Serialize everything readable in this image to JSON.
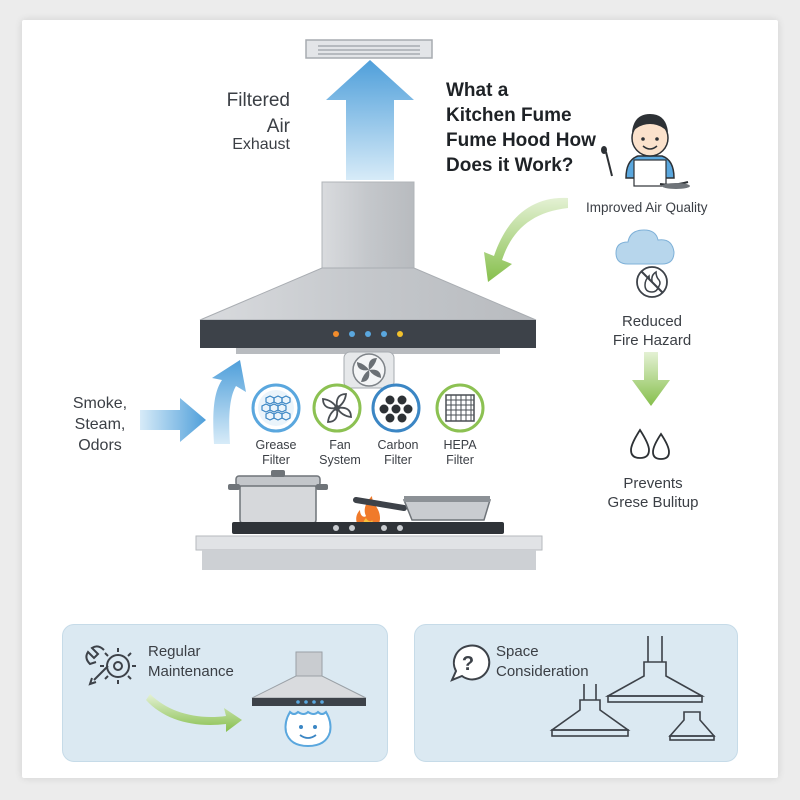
{
  "title": {
    "line1": "What a",
    "line2": "Kitchen Fume",
    "line3": "Fume Hood How",
    "line4": "Does it Work?"
  },
  "exhaust": {
    "line1": "Filtered",
    "line2": "Air",
    "line3": "Exhaust"
  },
  "intake": {
    "line1": "Smoke,",
    "line2": "Steam,",
    "line3": "Odors"
  },
  "filters": [
    {
      "line1": "Grease",
      "line2": "Filter"
    },
    {
      "line1": "Fan",
      "line2": "System"
    },
    {
      "line1": "Carbon",
      "line2": "Filter"
    },
    {
      "line1": "HEPA",
      "line2": "Filter"
    }
  ],
  "benefits": {
    "air_quality": "Improved Air Quality",
    "fire": {
      "line1": "Reduced",
      "line2": "Fire Hazard"
    },
    "grease": {
      "line1": "Prevents",
      "line2": "Grese Bulitup"
    }
  },
  "panels": {
    "maintenance": {
      "line1": "Regular",
      "line2": "Maintenance"
    },
    "space": {
      "line1": "Space",
      "line2": "Consideration"
    }
  },
  "colors": {
    "blue_arrow": "#5aa7de",
    "green_arrow": "#8cc152",
    "hood_steel": "#c9ccd0",
    "hood_band": "#3d4249",
    "panel_bg": "#dbe9f2"
  },
  "icons": [
    "chef-icon",
    "cloud-no-fire-icon",
    "water-drops-icon",
    "wrench-gear-icon",
    "question-bubble-icon",
    "fan-icon",
    "hexagon-mesh-icon",
    "carbon-icon",
    "hepa-grid-icon",
    "flame-icon"
  ]
}
